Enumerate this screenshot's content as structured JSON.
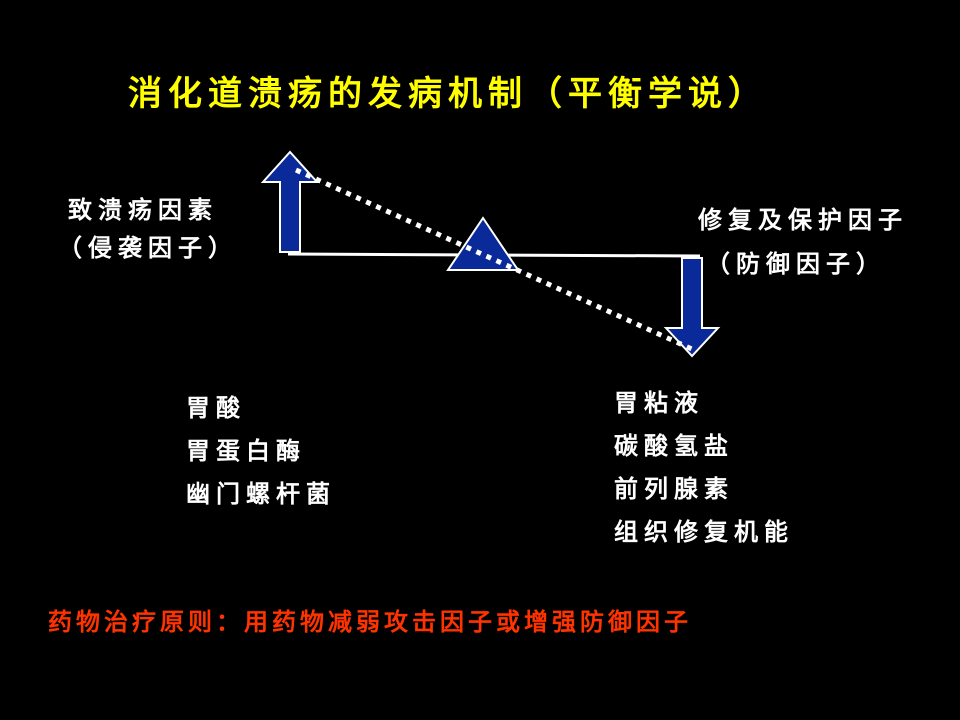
{
  "title": "消化道溃疡的发病机制（平衡学说）",
  "left_factor": {
    "line1": "致溃疡因素",
    "line2": "（侵袭因子）",
    "items": [
      "胃酸",
      "胃蛋白酶",
      "幽门螺杆菌"
    ]
  },
  "right_factor": {
    "line1": "修复及保护因子",
    "line2": "（防御因子）",
    "items": [
      "胃粘液",
      "碳酸氢盐",
      "前列腺素",
      "组织修复机能"
    ]
  },
  "principle": "药物治疗原则：用药物减弱攻击因子或增强防御因子",
  "colors": {
    "title": "#ffff00",
    "principle": "#ff3300",
    "arrow_fill": "#0a2a9a",
    "arrow_stroke": "#ffffff"
  }
}
